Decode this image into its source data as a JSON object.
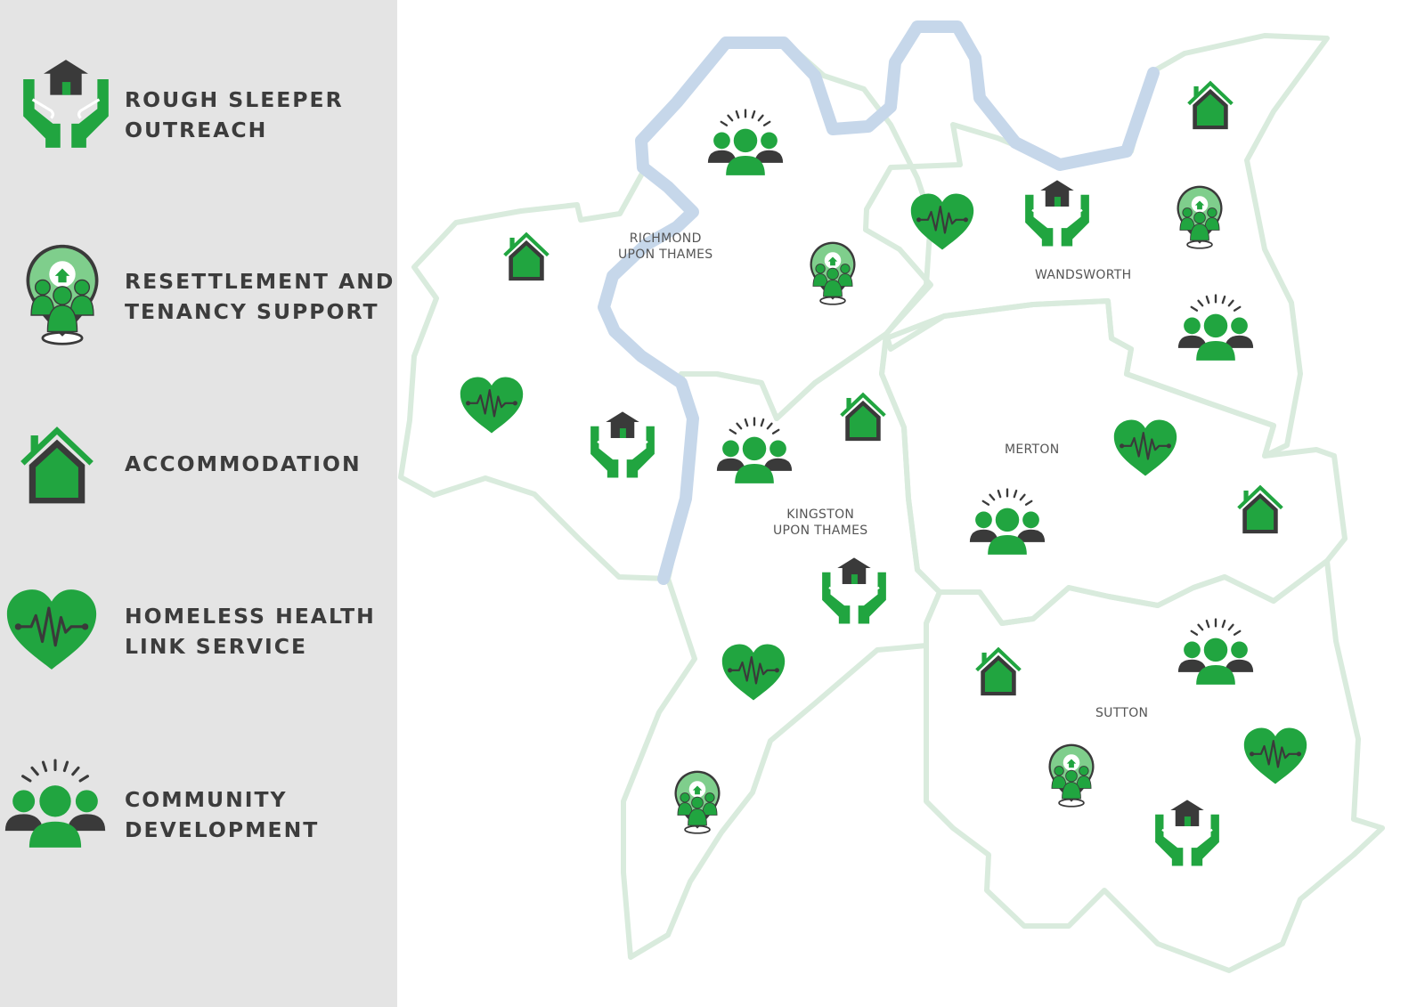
{
  "legend": {
    "items": [
      {
        "icon": "rough-sleeper-outreach-icon",
        "line1": "ROUGH SLEEPER",
        "line2": "OUTREACH"
      },
      {
        "icon": "resettlement-tenancy-support-icon",
        "line1": "RESETTLEMENT AND",
        "line2": "TENANCY SUPPORT"
      },
      {
        "icon": "accommodation-icon",
        "line1": "ACCOMMODATION",
        "line2": ""
      },
      {
        "icon": "homeless-health-link-icon",
        "line1": "HOMELESS HEALTH",
        "line2": "LINK SERVICE"
      },
      {
        "icon": "community-development-icon",
        "line1": "COMMUNITY",
        "line2": "DEVELOPMENT"
      }
    ]
  },
  "map": {
    "boroughs": [
      {
        "line1": "RICHMOND",
        "line2": "UPON THAMES"
      },
      {
        "line1": "WANDSWORTH",
        "line2": ""
      },
      {
        "line1": "MERTON",
        "line2": ""
      },
      {
        "line1": "KINGSTON",
        "line2": "UPON THAMES"
      },
      {
        "line1": "SUTTON",
        "line2": ""
      }
    ]
  },
  "colors": {
    "green": "#21a540",
    "light_green": "#7fce8c",
    "dark_grey": "#3a3a3a",
    "river": "#c6d7ea",
    "borough_border": "#d9ebdd",
    "panel": "#e4e4e4"
  }
}
